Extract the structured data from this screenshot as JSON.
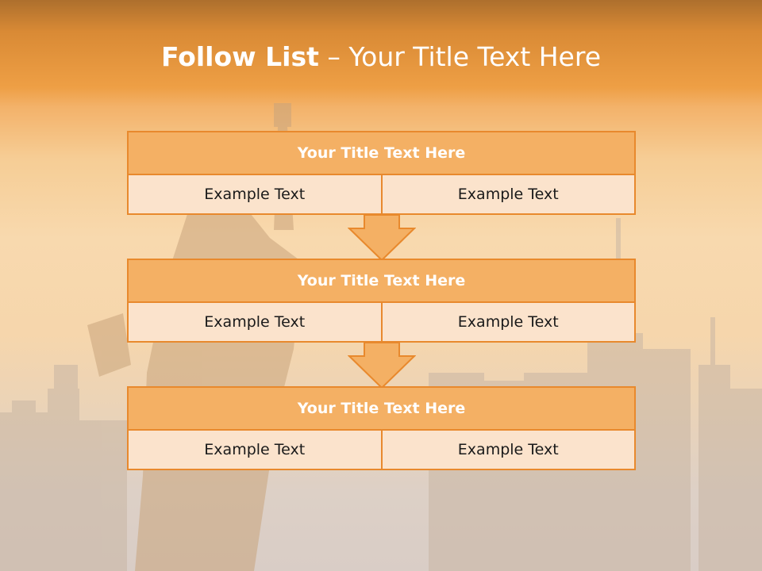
{
  "slide": {
    "title_bold": "Follow List",
    "title_rest": "– Your Title Text Here",
    "blocks": [
      {
        "header": "Your Title Text Here",
        "left": "Example Text",
        "right": "Example Text"
      },
      {
        "header": "Your Title Text Here",
        "left": "Example Text",
        "right": "Example Text"
      },
      {
        "header": "Your Title Text Here",
        "left": "Example Text",
        "right": "Example Text"
      }
    ]
  },
  "colors": {
    "accent": "#e8892d",
    "header_fill": "#f4b064",
    "cell_fill": "#fbe3cc",
    "title_text": "#ffffff"
  }
}
